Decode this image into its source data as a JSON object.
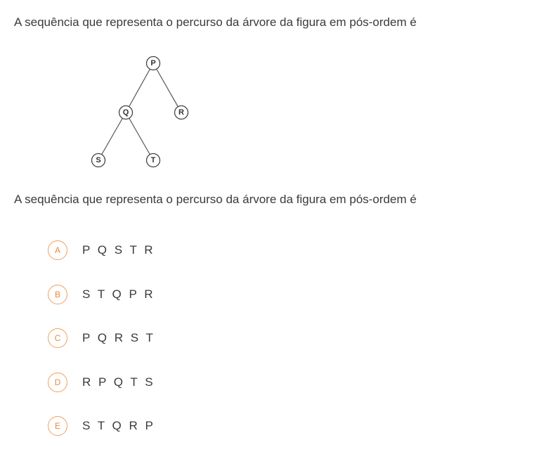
{
  "question": {
    "title": "A sequência que representa o percurso da árvore da figura em pós-ordem é",
    "prompt": "A sequência que representa o percurso da árvore da figura em pós-ordem é"
  },
  "tree": {
    "nodes": {
      "p": "P",
      "q": "Q",
      "r": "R",
      "s": "S",
      "t": "T"
    }
  },
  "options": [
    {
      "letter": "A",
      "text": "P Q S T R"
    },
    {
      "letter": "B",
      "text": "S T Q P R"
    },
    {
      "letter": "C",
      "text": "P Q R S T"
    },
    {
      "letter": "D",
      "text": "R P Q T S"
    },
    {
      "letter": "E",
      "text": "S T Q R P"
    }
  ],
  "colors": {
    "accent": "#e8893a",
    "text": "#3a3a3a"
  }
}
